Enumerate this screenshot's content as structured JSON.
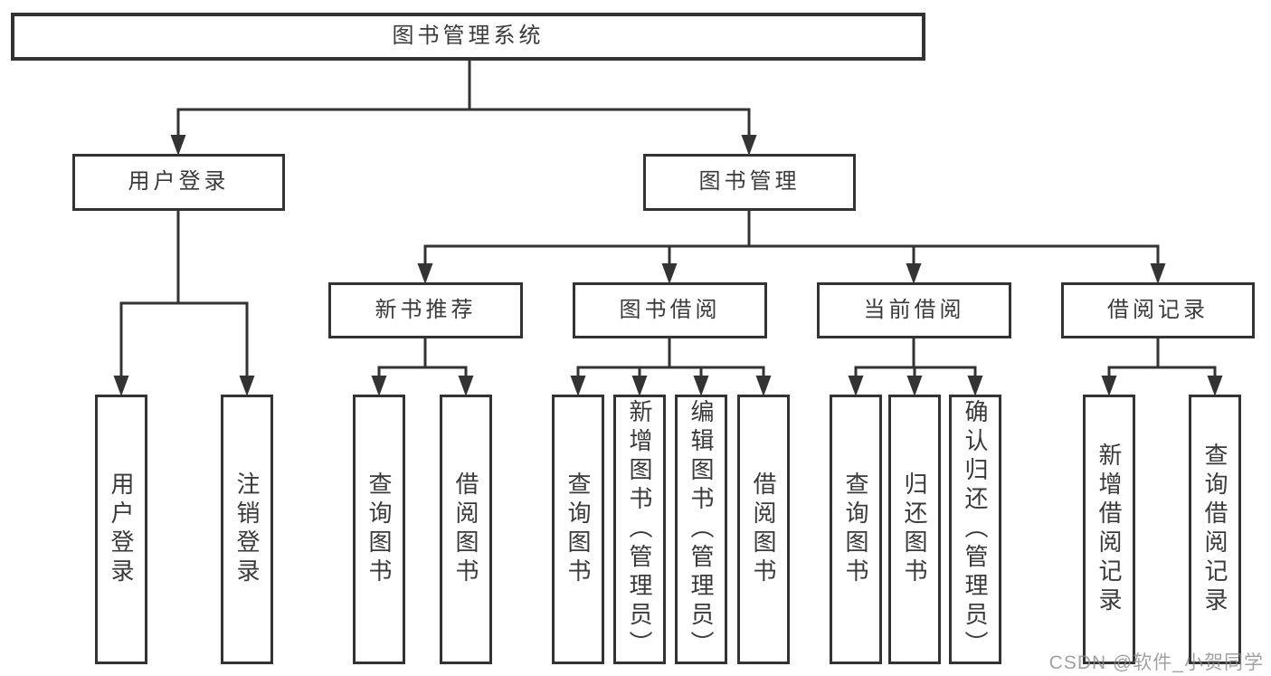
{
  "diagram_title": "图书管理系统",
  "tree": {
    "label": "图书管理系统",
    "children": [
      {
        "label": "用户登录",
        "children": [
          {
            "label": "用户登录"
          },
          {
            "label": "注销登录"
          }
        ]
      },
      {
        "label": "图书管理",
        "children": [
          {
            "label": "新书推荐",
            "children": [
              {
                "label": "查询图书"
              },
              {
                "label": "借阅图书"
              }
            ]
          },
          {
            "label": "图书借阅",
            "children": [
              {
                "label": "查询图书"
              },
              {
                "label": "新增图书（管理员）"
              },
              {
                "label": "编辑图书（管理员）"
              },
              {
                "label": "借阅图书"
              }
            ]
          },
          {
            "label": "当前借阅",
            "children": [
              {
                "label": "查询图书"
              },
              {
                "label": "归还图书"
              },
              {
                "label": "确认归还（管理员）"
              }
            ]
          },
          {
            "label": "借阅记录",
            "children": [
              {
                "label": "新增借阅记录"
              },
              {
                "label": "查询借阅记录"
              }
            ]
          }
        ]
      }
    ]
  },
  "watermark": "CSDN @软件_小贺同学",
  "colors": {
    "line": "#333333",
    "text": "#3a3a3a",
    "node_background": "#ffffff",
    "page_background": "#ffffff",
    "watermark": "#8a8a8a"
  }
}
